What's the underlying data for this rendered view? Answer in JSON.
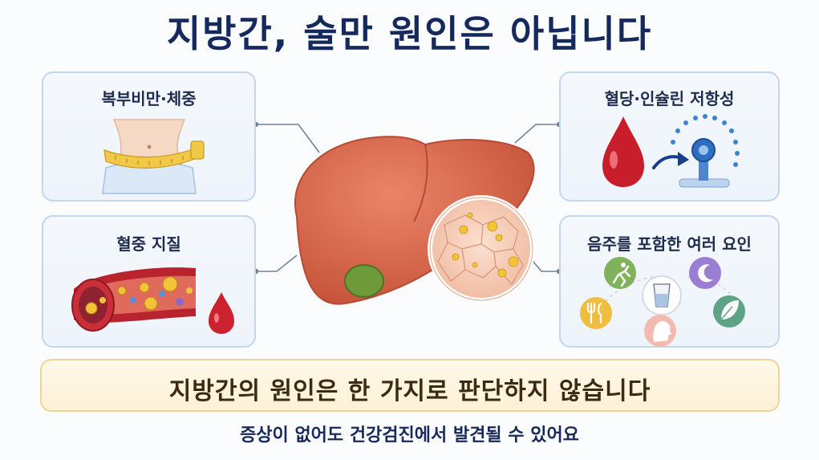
{
  "title": "지방간, 술만 원인은 아닙니다",
  "panels": {
    "belly": {
      "label": "복부비만·체중",
      "icon": "waist-measuring-tape-icon"
    },
    "lipids": {
      "label": "혈중 지질",
      "icon": "blood-vessel-fat-icon"
    },
    "sugar": {
      "label": "혈당·인슐린 저항성",
      "icon": "blood-drop-insulin-receptor-icon"
    },
    "other": {
      "label": "음주를 포함한 여러 요인",
      "icons": [
        "running-icon",
        "sleep-moon-icon",
        "water-glass-icon",
        "food-utensils-icon",
        "leaf-icon",
        "stress-head-icon"
      ]
    }
  },
  "center": {
    "icon": "fatty-liver-icon"
  },
  "banner": "지방간의 원인은 한 가지로 판단하지 않습니다",
  "footer": "증상이 없어도 건강검진에서 발견될 수 있어요",
  "colors": {
    "title": "#15295c",
    "liver": "#d9674a",
    "blood": "#c8202c",
    "banner_bg": "#fdf1d6",
    "panel_border": "#c3d6ee"
  }
}
